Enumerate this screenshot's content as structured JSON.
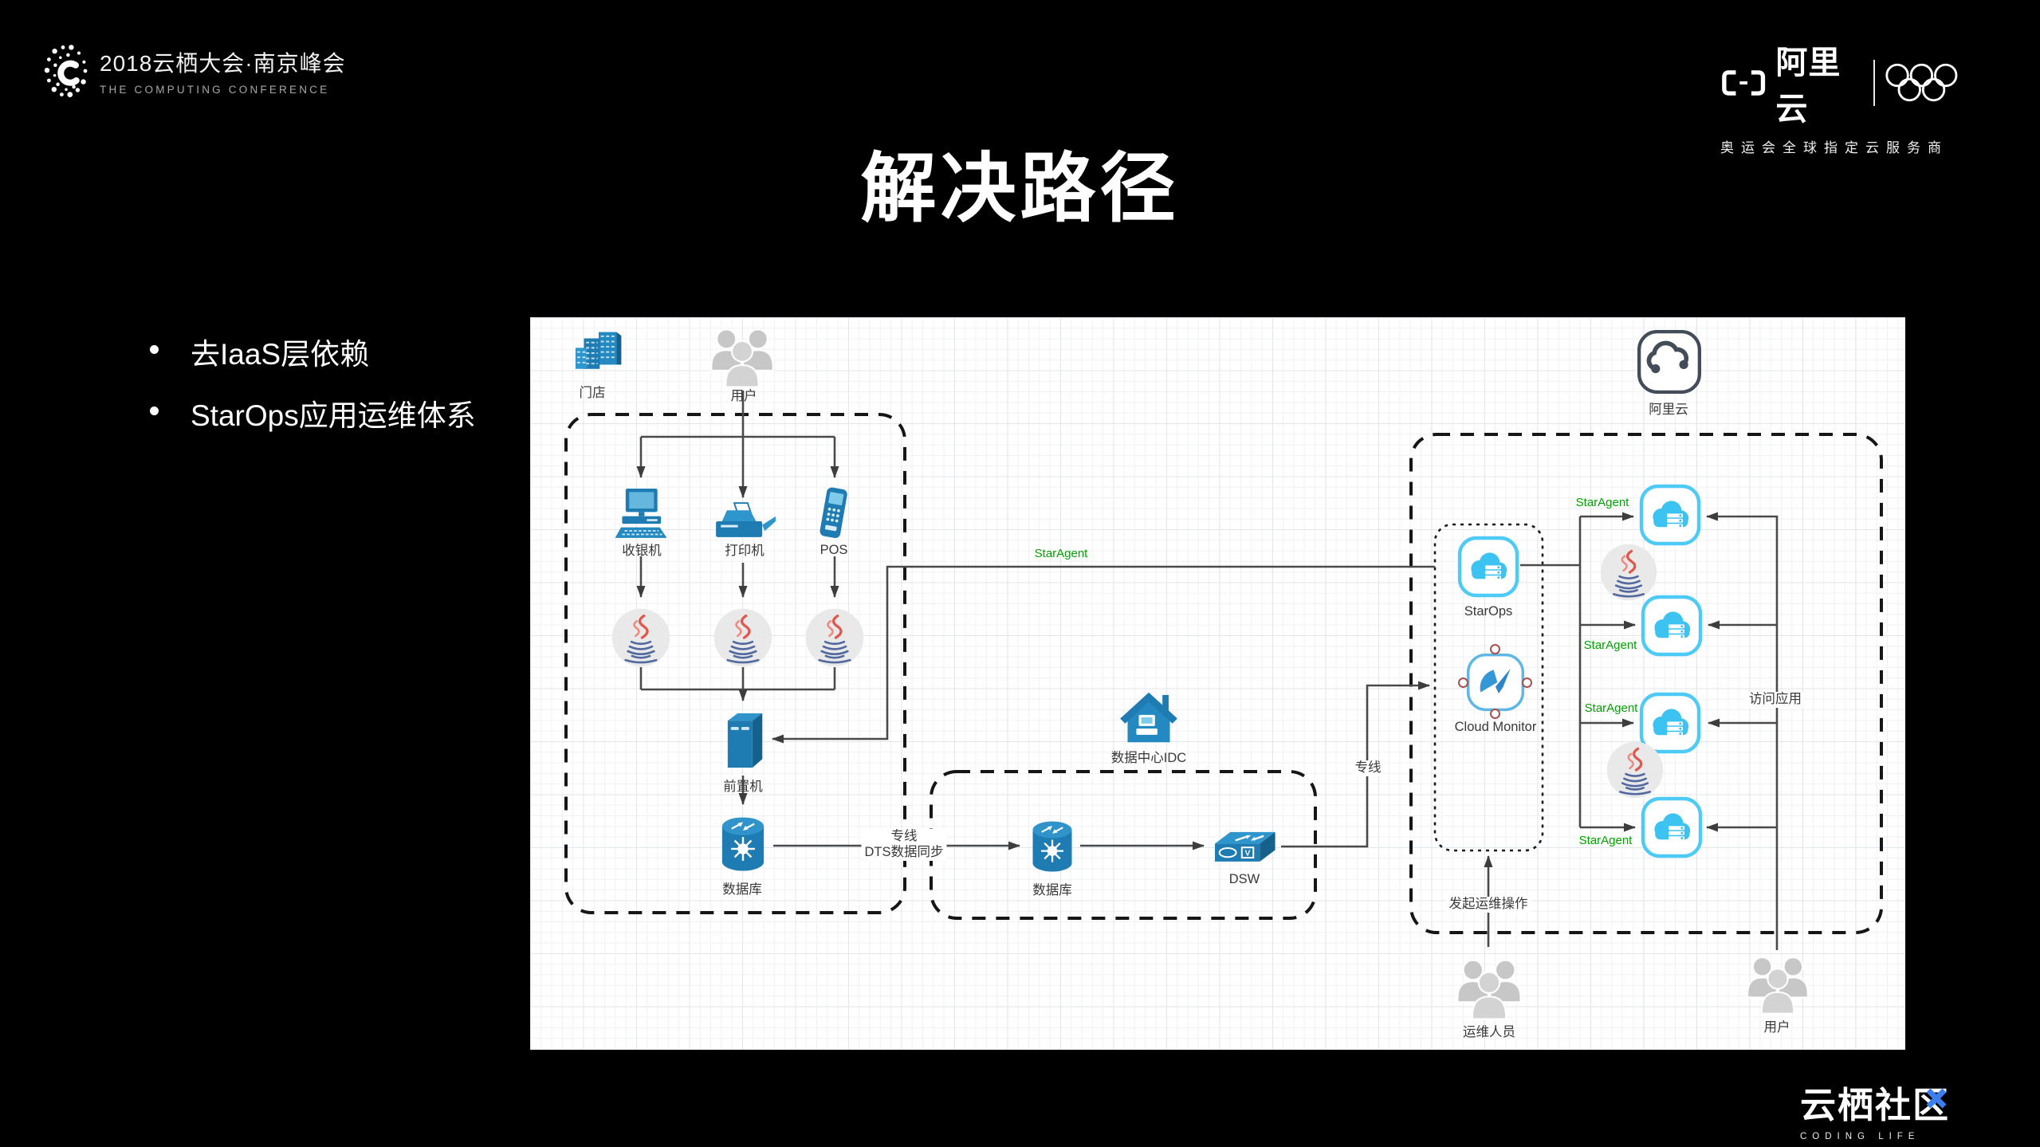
{
  "header": {
    "conference_title": "2018云栖大会·南京峰会",
    "conference_subtitle": "THE COMPUTING CONFERENCE",
    "brand_name": "阿里云",
    "brand_tagline": "奥运会全球指定云服务商"
  },
  "slide": {
    "title": "解决路径",
    "bullets": [
      "去IaaS层依赖",
      "StarOps应用运维体系"
    ]
  },
  "diagram": {
    "nodes": {
      "store": "门店",
      "users_top": "用户",
      "cashier": "收银机",
      "printer": "打印机",
      "pos": "POS",
      "front_server": "前置机",
      "db_store": "数据库",
      "db_idc": "数据库",
      "dsw": "DSW",
      "dsw_badge": "V",
      "idc": "数据中心IDC",
      "aliyun": "阿里云",
      "starops": "StarOps",
      "cloud_monitor": "Cloud Monitor",
      "ops_staff": "运维人员",
      "users_bottom": "用户"
    },
    "edges": {
      "staragent_main": "StarAgent",
      "staragent_1": "StarAgent",
      "staragent_2": "StarAgent",
      "staragent_3": "StarAgent",
      "staragent_4": "StarAgent",
      "dedicated_line": "专线",
      "dts_sync": "DTS数据同步",
      "dedicated_line_2": "专线",
      "access_app": "访问应用",
      "initiate_ops": "发起运维操作"
    }
  },
  "footer": {
    "community_name": "云栖社区",
    "community_tagline": "CODING LIFE"
  },
  "colors": {
    "device_blue": "#1f7cb2",
    "device_blue_light": "#2f96cd",
    "cloud_blue": "#3cc3f2",
    "agent_green": "#00a300",
    "community_x_blue": "#3b7ef0"
  }
}
